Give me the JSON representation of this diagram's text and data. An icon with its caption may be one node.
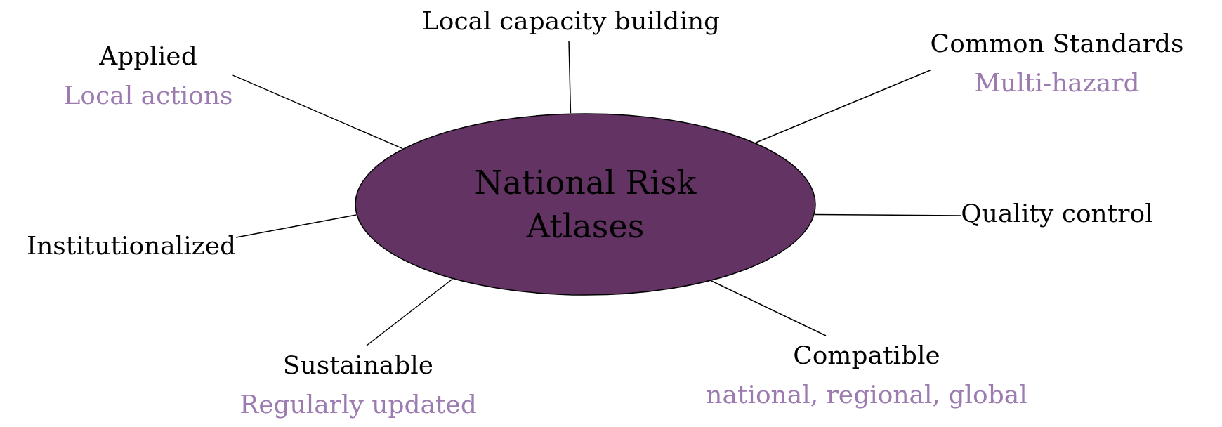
{
  "diagram": {
    "nodes": [
      {
        "text": [
          "National Risk Atlases"
        ]
      },
      {
        "text": [
          "Applied",
          "Local actions"
        ]
      },
      {
        "text": [
          "Local capacity building"
        ]
      },
      {
        "text": [
          "Common Standards",
          "Multi-hazard"
        ]
      },
      {
        "text": [
          "Quality control"
        ]
      },
      {
        "text": [
          "Compatible",
          "national, regional, global"
        ]
      },
      {
        "text": [
          "Sustainable",
          "Regularly updated"
        ]
      },
      {
        "text": [
          "Institutionalized"
        ]
      }
    ],
    "edges": [
      {
        "from": 0,
        "to": 1,
        "arrow": "none"
      },
      {
        "from": 0,
        "to": 2,
        "arrow": "none"
      },
      {
        "from": 0,
        "to": 3,
        "arrow": "none"
      },
      {
        "from": 0,
        "to": 4,
        "arrow": "none"
      },
      {
        "from": 0,
        "to": 5,
        "arrow": "none"
      },
      {
        "from": 0,
        "to": 6,
        "arrow": "none"
      },
      {
        "from": 0,
        "to": 7,
        "arrow": "none"
      }
    ]
  }
}
